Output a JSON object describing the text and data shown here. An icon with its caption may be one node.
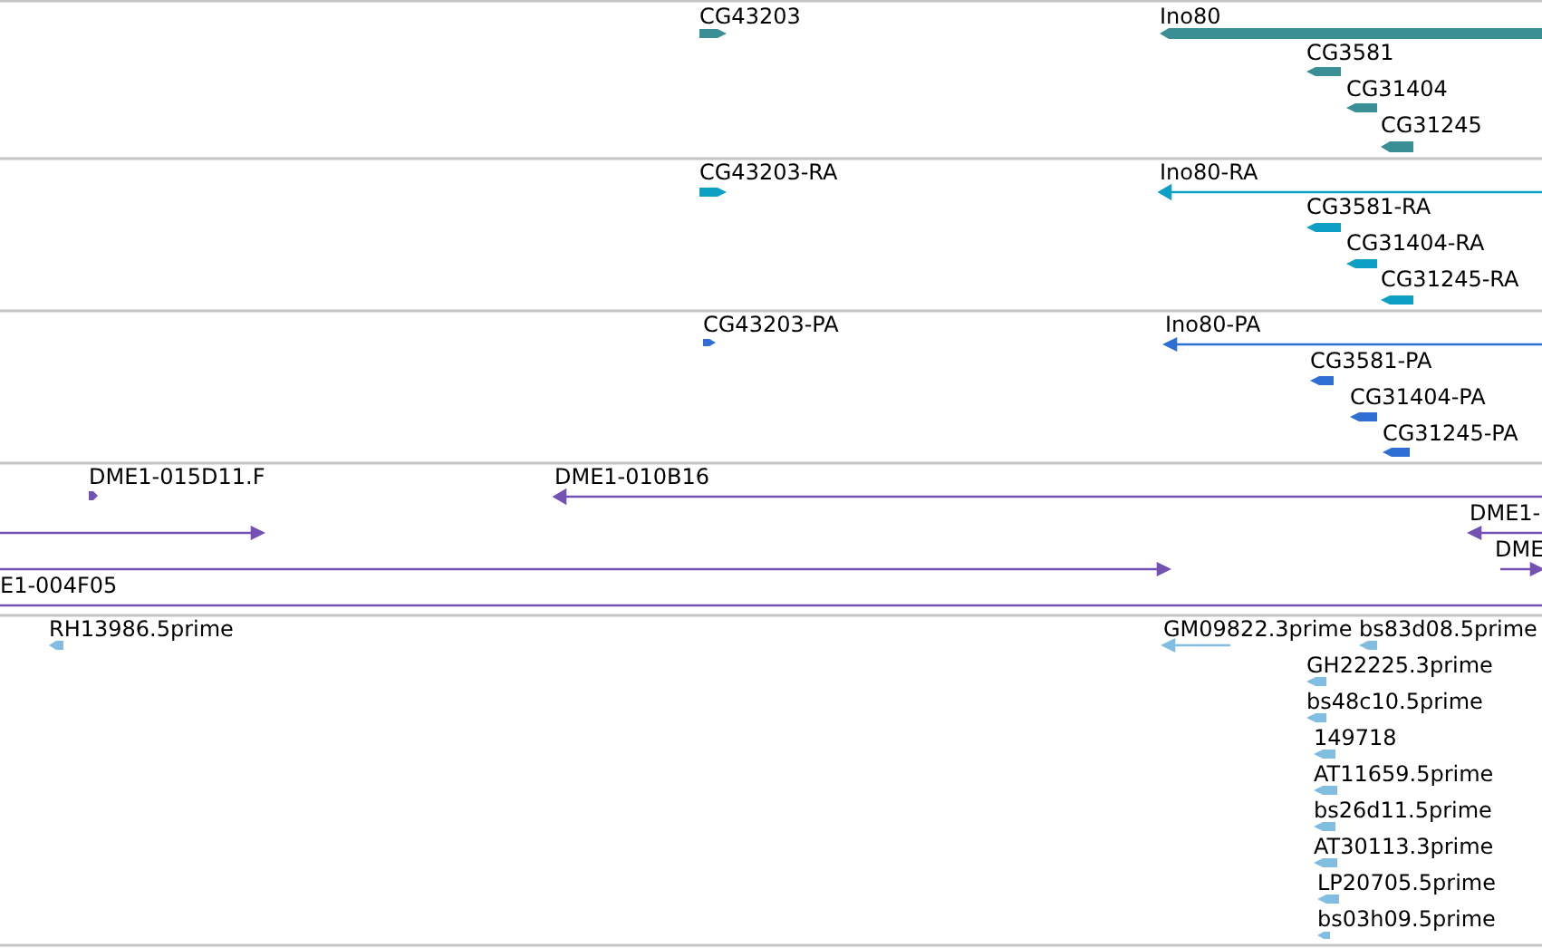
{
  "diagram": {
    "labels": [
      "CG43203",
      "Ino80",
      "CG3581",
      "CG31404",
      "CG31245",
      "CG43203-RA",
      "Ino80-RA",
      "CG3581-RA",
      "CG31404-RA",
      "CG31245-RA",
      "CG43203-PA",
      "Ino80-PA",
      "CG3581-PA",
      "CG31404-PA",
      "CG31245-PA",
      "DME1-015D11.F",
      "DME1-010B16",
      "DME1-",
      "DME",
      "E1-004F05",
      "RH13986.5prime",
      "GM09822.3prime",
      "bs83d08.5prime",
      "GH22225.3prime",
      "bs48c10.5prime",
      "149718",
      "AT11659.5prime",
      "bs26d11.5prime",
      "AT30113.3prime",
      "LP20705.5prime",
      "bs03h09.5prime"
    ]
  }
}
